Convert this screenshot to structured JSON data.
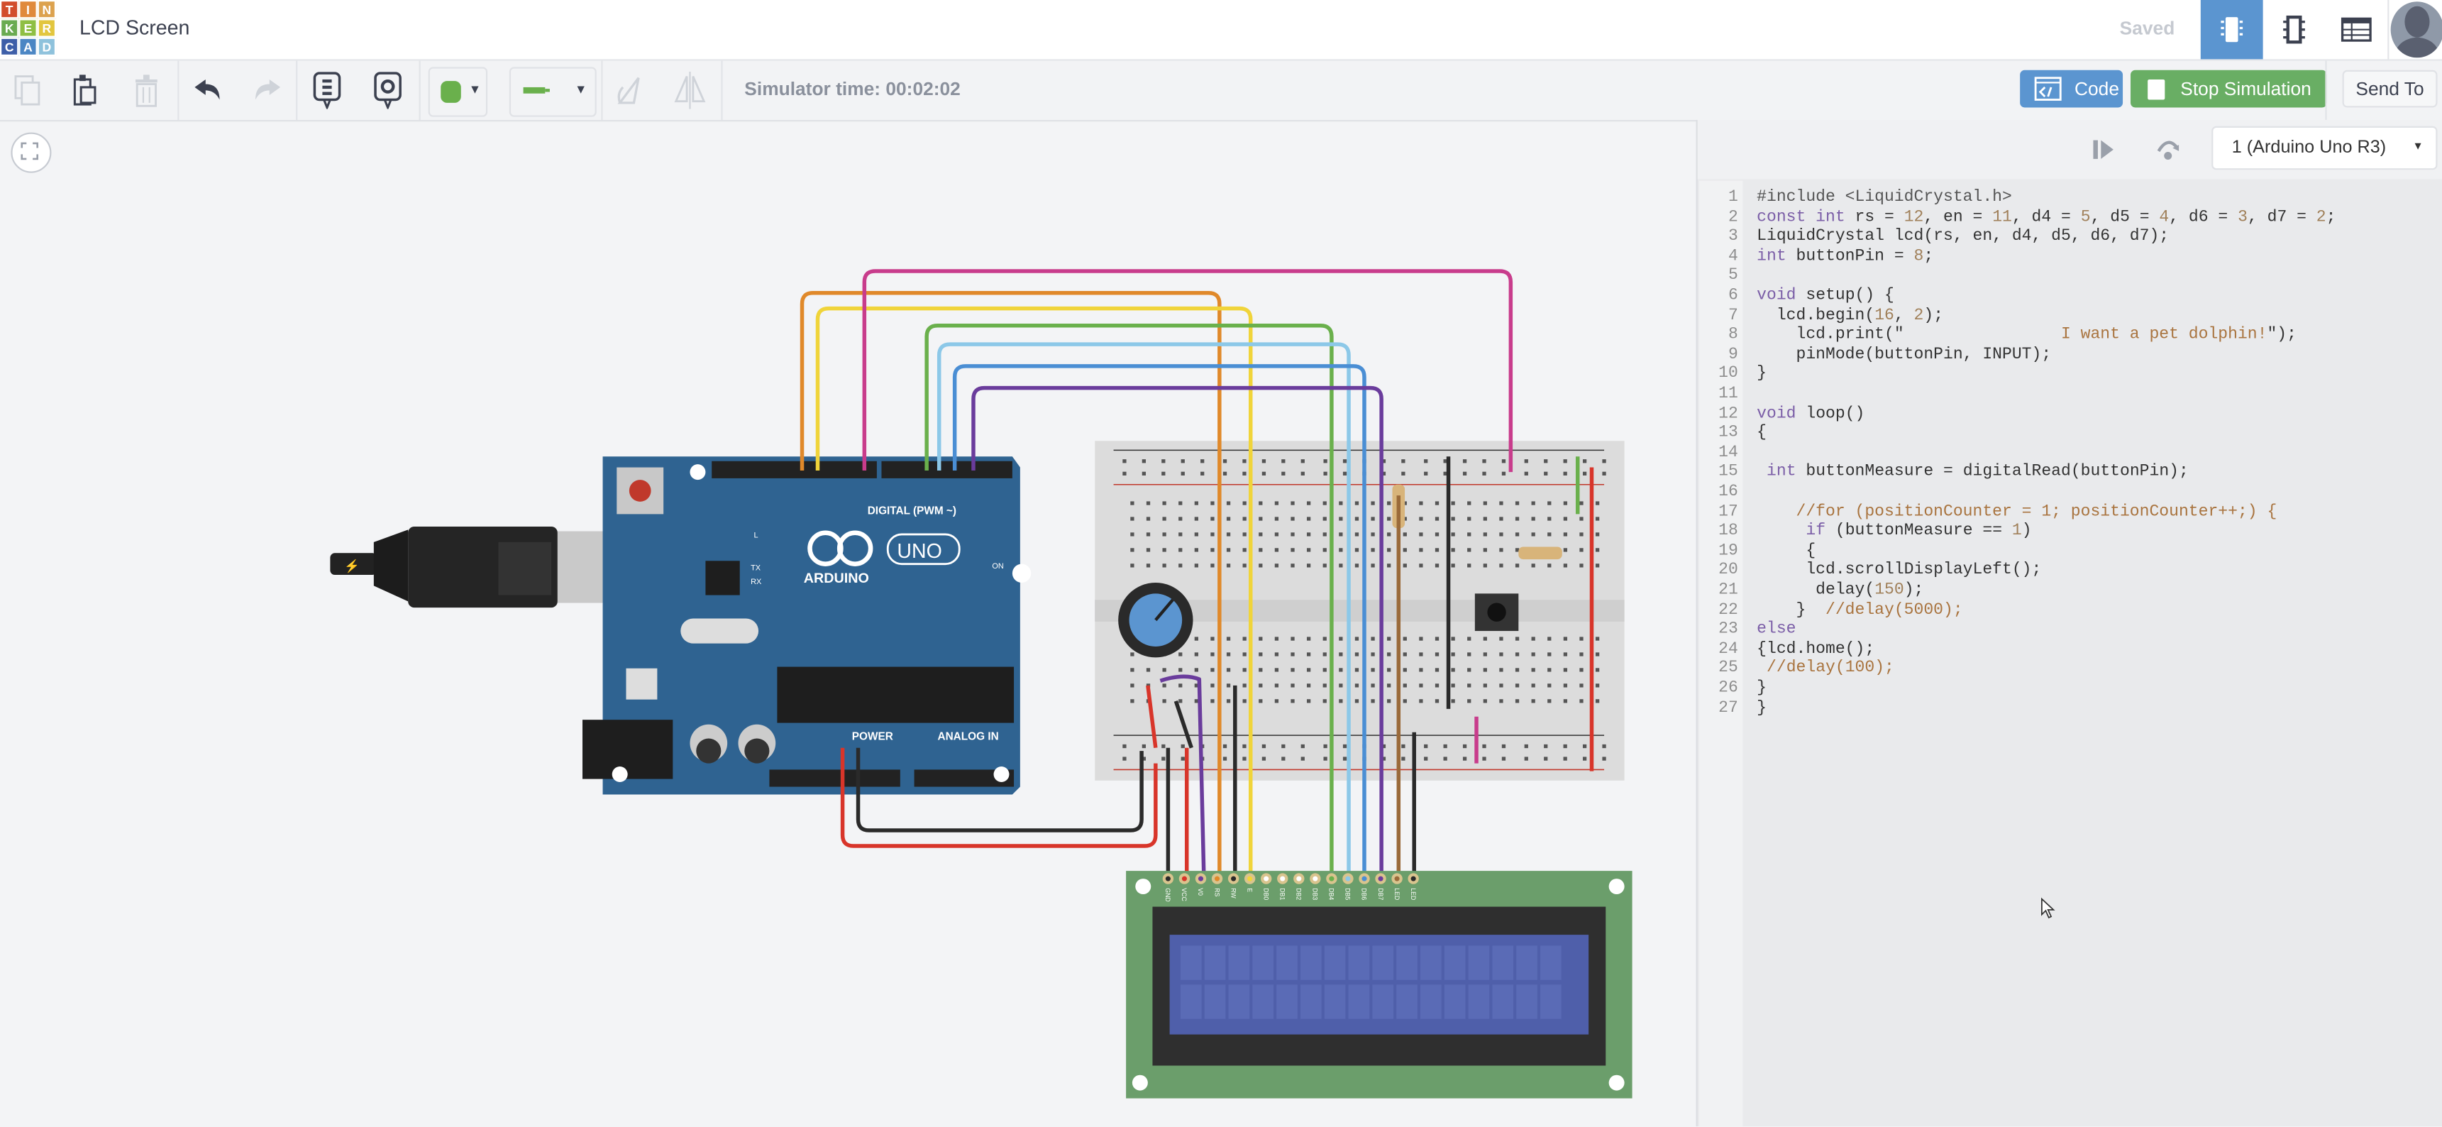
{
  "header": {
    "logo_letters": [
      "T",
      "I",
      "N",
      "K",
      "E",
      "R",
      "C",
      "A",
      "D"
    ],
    "title": "LCD Screen",
    "status": "Saved",
    "view_buttons": [
      "circuit-view-icon",
      "schematic-view-icon",
      "component-list-icon"
    ]
  },
  "toolbar": {
    "simulator_time": "Simulator time: 00:02:02",
    "code_label": "Code",
    "stop_label": "Stop Simulation",
    "send_label": "Send To",
    "color_swatch": "#6ab04c"
  },
  "code_panel": {
    "device": "1 (Arduino Uno R3)",
    "lines": [
      [
        [
          "#include <LiquidCrystal.h>",
          "p"
        ]
      ],
      [
        [
          "const int",
          "k"
        ],
        [
          " rs = ",
          ""
        ],
        [
          "12",
          "n"
        ],
        [
          ", en = ",
          ""
        ],
        [
          "11",
          "n"
        ],
        [
          ", d4 = ",
          ""
        ],
        [
          "5",
          "n"
        ],
        [
          ", d5 = ",
          ""
        ],
        [
          "4",
          "n"
        ],
        [
          ", d6 = ",
          ""
        ],
        [
          "3",
          "n"
        ],
        [
          ", d7 = ",
          ""
        ],
        [
          "2",
          "n"
        ],
        [
          ";",
          ""
        ]
      ],
      [
        [
          "LiquidCrystal lcd(rs, en, d4, d5, d6, d7);",
          ""
        ]
      ],
      [
        [
          "int",
          "k"
        ],
        [
          " buttonPin = ",
          ""
        ],
        [
          "8",
          "n"
        ],
        [
          ";",
          ""
        ]
      ],
      [],
      [
        [
          "void",
          "k"
        ],
        [
          " setup() {",
          ""
        ]
      ],
      [
        [
          "  lcd.begin(",
          ""
        ],
        [
          "16",
          "n"
        ],
        [
          ", ",
          ""
        ],
        [
          "2",
          "n"
        ],
        [
          ");",
          ""
        ]
      ],
      [
        [
          "    lcd.print(\"",
          ""
        ],
        [
          "                I want a pet dolphin!",
          "s"
        ],
        [
          "\");",
          ""
        ]
      ],
      [
        [
          "    pinMode(buttonPin, INPUT);",
          ""
        ]
      ],
      [
        [
          "}",
          ""
        ]
      ],
      [],
      [
        [
          "void",
          "k"
        ],
        [
          " loop()",
          ""
        ]
      ],
      [
        [
          "{",
          ""
        ]
      ],
      [],
      [
        [
          " ",
          ""
        ],
        [
          "int",
          "k"
        ],
        [
          " buttonMeasure = digitalRead(buttonPin);",
          ""
        ]
      ],
      [],
      [
        [
          "    //for (positionCounter = 1; positionCounter++;) {",
          "c"
        ]
      ],
      [
        [
          "     ",
          ""
        ],
        [
          "if",
          "k"
        ],
        [
          " (buttonMeasure == ",
          ""
        ],
        [
          "1",
          "n"
        ],
        [
          ")",
          ""
        ]
      ],
      [
        [
          "     {",
          ""
        ]
      ],
      [
        [
          "     lcd.scrollDisplayLeft();",
          ""
        ]
      ],
      [
        [
          "      delay(",
          ""
        ],
        [
          "150",
          "n"
        ],
        [
          ");",
          ""
        ]
      ],
      [
        [
          "    }  ",
          ""
        ],
        [
          "//delay(5000);",
          "c"
        ]
      ],
      [
        [
          "else",
          "k"
        ]
      ],
      [
        [
          "{lcd.home();",
          ""
        ]
      ],
      [
        [
          " ",
          ""
        ],
        [
          "//delay(100);",
          "c"
        ]
      ],
      [
        [
          "}",
          ""
        ]
      ],
      [
        [
          "}",
          ""
        ]
      ]
    ]
  },
  "circuit": {
    "arduino": {
      "brand": "ARDUINO",
      "model": "UNO",
      "digital_label": "DIGITAL (PWM ~)",
      "power_label": "POWER",
      "analog_label": "ANALOG IN",
      "on_label": "ON",
      "tx": "TX",
      "rx": "RX",
      "l": "L"
    },
    "lcd_pins": [
      "GND",
      "VCC",
      "V0",
      "RS",
      "RW",
      "E",
      "DB0",
      "DB1",
      "DB2",
      "DB3",
      "DB4",
      "DB5",
      "DB6",
      "DB7",
      "LED",
      "LED"
    ],
    "wire_colors": {
      "orange": "#e0892a",
      "yellow": "#f0d43a",
      "magenta": "#c83c8c",
      "green": "#6ab04c",
      "lightblue": "#8cc8e8",
      "blue": "#4a8ed4",
      "purple": "#6a3c9c",
      "black": "#2a2a2a",
      "red": "#d8352a",
      "brown": "#9a6a3a"
    }
  }
}
